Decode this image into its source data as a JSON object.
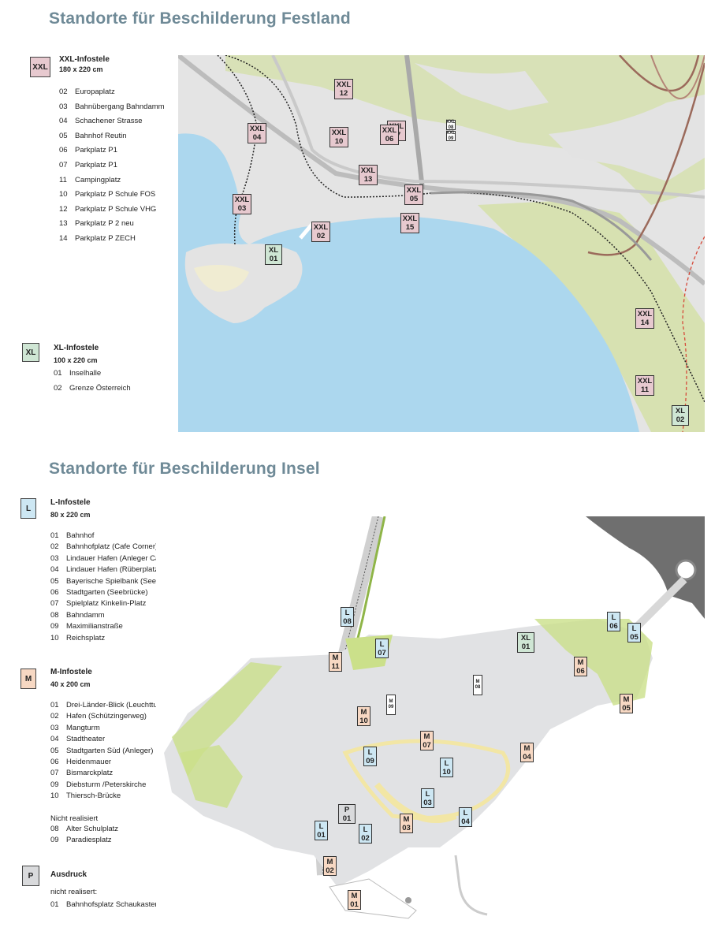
{
  "festland": {
    "title": "Standorte für Beschilderung Festland",
    "xxl": {
      "badge": "XXL",
      "name": "XXL-Infostele",
      "size": "180 x 220 cm",
      "items": [
        {
          "num": "02",
          "label": "Europaplatz"
        },
        {
          "num": "03",
          "label": "Bahnübergang Bahndamm"
        },
        {
          "num": "04",
          "label": "Schachener Strasse"
        },
        {
          "num": "05",
          "label": "Bahnhof Reutin"
        },
        {
          "num": "06",
          "label": "Parkplatz P1"
        },
        {
          "num": "07",
          "label": "Parkplatz P1"
        },
        {
          "num": "11",
          "label": "Campingplatz"
        },
        {
          "num": "10",
          "label": "Parkplatz P Schule FOS"
        },
        {
          "num": "12",
          "label": "Parkplatz P Schule VHG"
        },
        {
          "num": "13",
          "label": "Parkplatz P 2 neu"
        },
        {
          "num": "14",
          "label": "Parkplatz P  ZECH"
        }
      ]
    },
    "xl": {
      "badge": "XL",
      "name": "XL-Infostele",
      "size": "100 x 220 cm",
      "items": [
        {
          "num": "01",
          "label": "Inselhalle"
        },
        {
          "num": "02",
          "label": "Grenze Österreich"
        }
      ]
    },
    "markers": [
      {
        "type": "XXL",
        "num": "12"
      },
      {
        "type": "XXL",
        "num": "04"
      },
      {
        "type": "XXL",
        "num": "10"
      },
      {
        "type": "XXL",
        "num": "07"
      },
      {
        "type": "XXL",
        "num": "06"
      },
      {
        "type": "XXL",
        "num": "13"
      },
      {
        "type": "XXL",
        "num": "05"
      },
      {
        "type": "XXL",
        "num": "03"
      },
      {
        "type": "XXL",
        "num": "02"
      },
      {
        "type": "XXL",
        "num": "15"
      },
      {
        "type": "XL",
        "num": "01"
      },
      {
        "type": "XXL",
        "num": "14"
      },
      {
        "type": "XXL",
        "num": "11"
      },
      {
        "type": "XL",
        "num": "02"
      },
      {
        "type": "XXL",
        "num": "08"
      },
      {
        "type": "XXL",
        "num": "09"
      }
    ]
  },
  "insel": {
    "title": "Standorte für Beschilderung Insel",
    "l": {
      "badge": "L",
      "name": "L-Infostele",
      "size": "80 x 220 cm",
      "items": [
        {
          "num": "01",
          "label": "Bahnhof"
        },
        {
          "num": "02",
          "label": "Bahnhofplatz (Cafe Corner)"
        },
        {
          "num": "03",
          "label": "Lindauer Hafen (Anleger Cafe Graf)"
        },
        {
          "num": "04",
          "label": "Lindauer Hafen (Rüberplatz)"
        },
        {
          "num": "05",
          "label": "Bayerische Spielbank (Seebrücke)"
        },
        {
          "num": "06",
          "label": "Stadtgarten (Seebrücke)"
        },
        {
          "num": "07",
          "label": "Spielplatz Kinkelin-Platz"
        },
        {
          "num": "08",
          "label": "Bahndamm"
        },
        {
          "num": "09",
          "label": "Maximilianstraße"
        },
        {
          "num": "10",
          "label": "Reichsplatz"
        }
      ]
    },
    "m": {
      "badge": "M",
      "name": "M-Infostele",
      "size": "40 x 200 cm",
      "items": [
        {
          "num": "01",
          "label": "Drei-Länder-Blick (Leuchtturm)"
        },
        {
          "num": "02",
          "label": "Hafen (Schützingerweg)"
        },
        {
          "num": "03",
          "label": "Mangturm"
        },
        {
          "num": "04",
          "label": "Stadtheater"
        },
        {
          "num": "05",
          "label": "Stadtgarten Süd (Anleger)"
        },
        {
          "num": "06",
          "label": "Heidenmauer"
        },
        {
          "num": "07",
          "label": "Bismarckplatz"
        },
        {
          "num": "09",
          "label": "Diebsturm /Peterskirche"
        },
        {
          "num": "10",
          "label": "Thiersch-Brücke"
        }
      ],
      "not_realized_heading": "Nicht realisiert",
      "not_realized": [
        {
          "num": "08",
          "label": "Alter Schulplatz"
        },
        {
          "num": "09",
          "label": "Paradiesplatz"
        }
      ]
    },
    "p": {
      "badge": "P",
      "name": "Ausdruck",
      "note": "nicht realisert:",
      "items": [
        {
          "num": "01",
          "label": "Bahnhofsplatz Schaukasten"
        }
      ]
    },
    "markers": [
      {
        "type": "L",
        "num": "08"
      },
      {
        "type": "L",
        "num": "07"
      },
      {
        "type": "XL",
        "num": "01"
      },
      {
        "type": "L",
        "num": "06"
      },
      {
        "type": "L",
        "num": "05"
      },
      {
        "type": "M",
        "num": "11"
      },
      {
        "type": "M",
        "num": "06"
      },
      {
        "type": "M",
        "num": "08"
      },
      {
        "type": "M",
        "num": "09"
      },
      {
        "type": "M",
        "num": "05"
      },
      {
        "type": "M",
        "num": "10"
      },
      {
        "type": "M",
        "num": "07"
      },
      {
        "type": "M",
        "num": "04"
      },
      {
        "type": "L",
        "num": "09"
      },
      {
        "type": "L",
        "num": "10"
      },
      {
        "type": "L",
        "num": "03"
      },
      {
        "type": "P",
        "num": "01"
      },
      {
        "type": "L",
        "num": "04"
      },
      {
        "type": "M",
        "num": "03"
      },
      {
        "type": "L",
        "num": "01"
      },
      {
        "type": "L",
        "num": "02"
      },
      {
        "type": "M",
        "num": "02"
      },
      {
        "type": "M",
        "num": "01"
      }
    ]
  },
  "colors": {
    "title": "#6f8a97",
    "water": "#aed8ee",
    "land": "#e2e2e2",
    "green": "#d5e2a8",
    "xxl": "#e7c9cf",
    "xl": "#cfe6d4",
    "l": "#cde7f3",
    "m": "#f7d8c3",
    "p": "#d9dadc"
  }
}
